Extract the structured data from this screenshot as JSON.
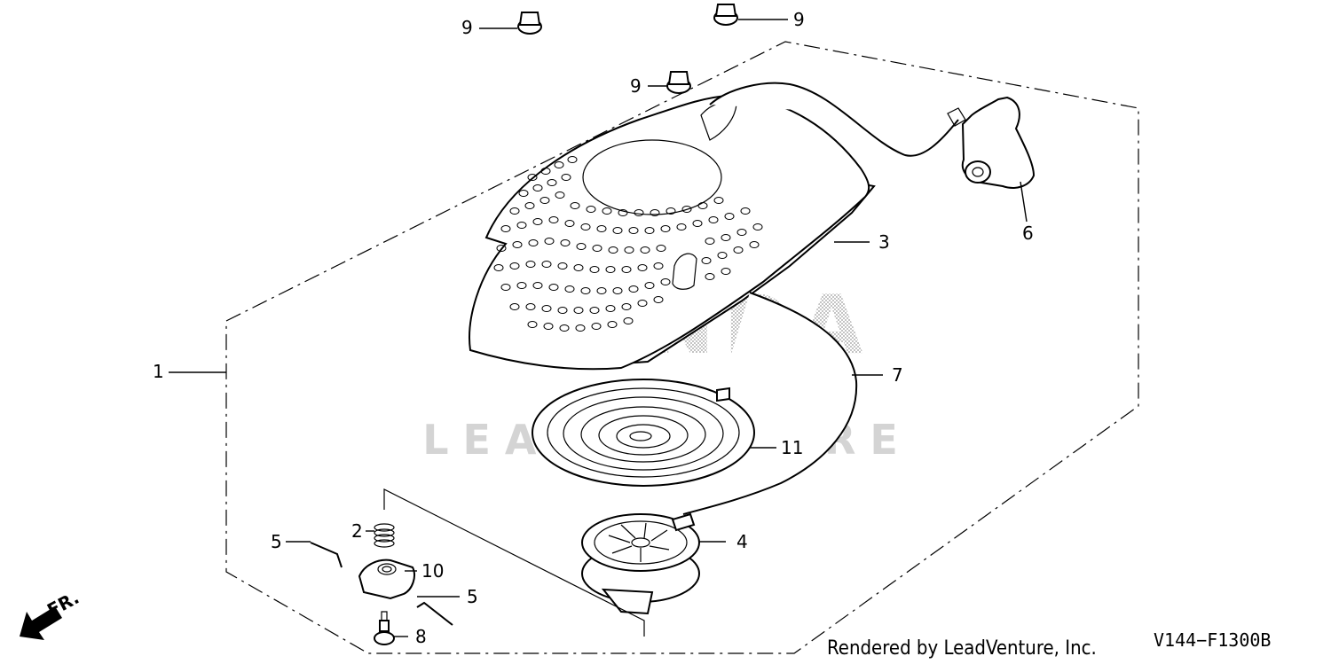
{
  "callouts": {
    "c1": "1",
    "c2": "2",
    "c3": "3",
    "c4": "4",
    "c5a": "5",
    "c5b": "5",
    "c6": "6",
    "c7": "7",
    "c8": "8",
    "c9a": "9",
    "c9b": "9",
    "c9c": "9",
    "c10": "10",
    "c11": "11"
  },
  "watermark": {
    "brand": "HONDA",
    "sub": "LEADVENTURE"
  },
  "footer": {
    "credit": "Rendered by LeadVenture, Inc.",
    "code": "V144−F1300B"
  },
  "direction": {
    "label": "FR."
  }
}
